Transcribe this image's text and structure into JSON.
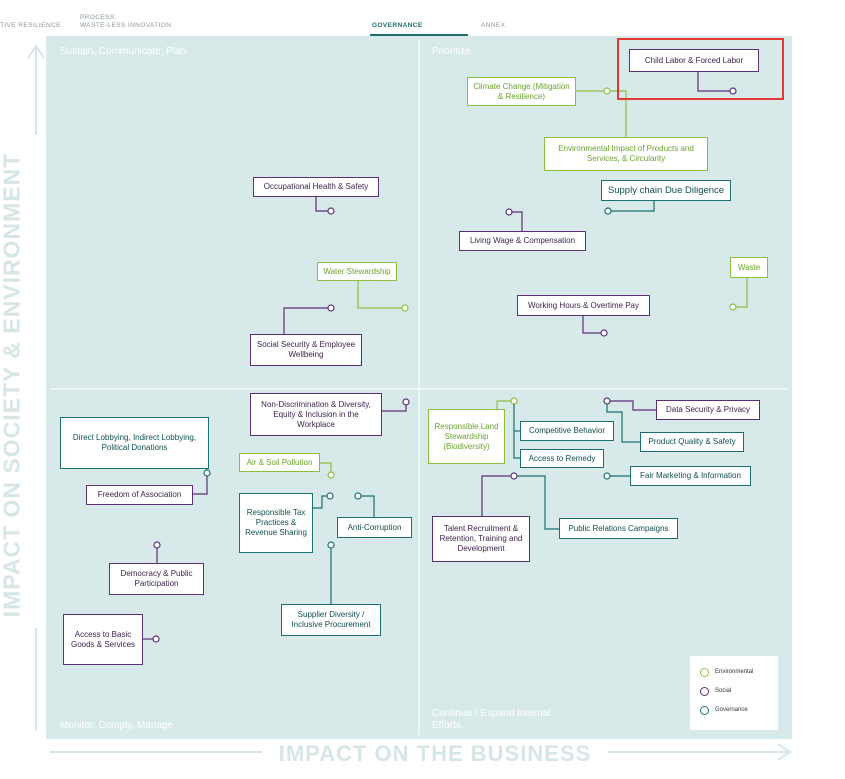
{
  "nav": {
    "items": [
      {
        "label": "TIVE RESILIENCE",
        "active": false
      },
      {
        "label": "PROCESS:\nWASTE-LESS INNOVATION",
        "active": false
      },
      {
        "label": "GOVERNANCE",
        "active": true
      },
      {
        "label": "ANNEX",
        "active": false
      }
    ]
  },
  "axes": {
    "vertical": "IMPACT ON SOCIETY & ENVIRONMENT",
    "horizontal": "IMPACT ON THE BUSINESS"
  },
  "quadrants": {
    "top_left": "Sustain, Communicate, Plan",
    "top_right": "Prioritize",
    "bottom_left": "Monitor, Comply, Manage",
    "bottom_right": "Continue / Expand Internal Efforts"
  },
  "colors": {
    "environmental": "#8cbf3f",
    "social": "#5c2e76",
    "governance": "#197170",
    "panel": "#d8e9ea",
    "highlight": "#e53935"
  },
  "topics": {
    "child_labor": {
      "label": "Child Labor & Forced Labor",
      "category": "social"
    },
    "climate_change": {
      "label": "Climate Change (Mitigation & Resilience)",
      "category": "environmental"
    },
    "env_products": {
      "label": "Environmental Impact of Products and Services, & Circularity",
      "category": "environmental"
    },
    "supply_chain": {
      "label": "Supply chain Due Diligence",
      "category": "governance"
    },
    "living_wage": {
      "label": "Living Wage & Compensation",
      "category": "social"
    },
    "waste": {
      "label": "Waste",
      "category": "environmental"
    },
    "working_hours": {
      "label": "Working Hours & Overtime Pay",
      "category": "social"
    },
    "occ_health": {
      "label": "Occupational Health & Safety",
      "category": "social"
    },
    "water": {
      "label": "Water Stewardship",
      "category": "environmental"
    },
    "social_security": {
      "label": "Social Security & Employee Wellbeing",
      "category": "social"
    },
    "non_discrimination": {
      "label": "Non-Discrimination & Diversity, Equity & Inclusion in the Workplace",
      "category": "social"
    },
    "lobbying": {
      "label": "Direct Lobbying, Indirect Lobbying, Political Donations",
      "category": "governance"
    },
    "freedom_assoc": {
      "label": "Freedom of Association",
      "category": "social"
    },
    "air_soil": {
      "label": "Air & Soil Pollution",
      "category": "environmental"
    },
    "tax": {
      "label": "Responsible Tax Practices & Revenue Sharing",
      "category": "governance"
    },
    "anti_corruption": {
      "label": "Anti-Corruption",
      "category": "governance"
    },
    "democracy": {
      "label": "Democracy & Public Participation",
      "category": "social"
    },
    "supplier_diversity": {
      "label": "Supplier Diversity / Inclusive Procurement",
      "category": "governance"
    },
    "basic_goods": {
      "label": "Access to Basic Goods & Services",
      "category": "social"
    },
    "land": {
      "label": "Responsible Land Stewardship (Biodiversity)",
      "category": "environmental"
    },
    "competitive": {
      "label": "Competitive Behavior",
      "category": "governance"
    },
    "remedy": {
      "label": "Access to Remedy",
      "category": "governance"
    },
    "data_security": {
      "label": "Data Security & Privacy",
      "category": "social"
    },
    "product_quality": {
      "label": "Product Quality & Safety",
      "category": "governance"
    },
    "fair_marketing": {
      "label": "Fair Marketing & Information",
      "category": "governance"
    },
    "talent": {
      "label": "Talent Recruitment & Retention, Training and Development",
      "category": "social"
    },
    "public_relations": {
      "label": "Public Relations Campaigns",
      "category": "governance"
    }
  },
  "legend": {
    "items": [
      {
        "label": "Environmental",
        "category": "environmental"
      },
      {
        "label": "Social",
        "category": "social"
      },
      {
        "label": "Governance",
        "category": "governance"
      }
    ]
  }
}
